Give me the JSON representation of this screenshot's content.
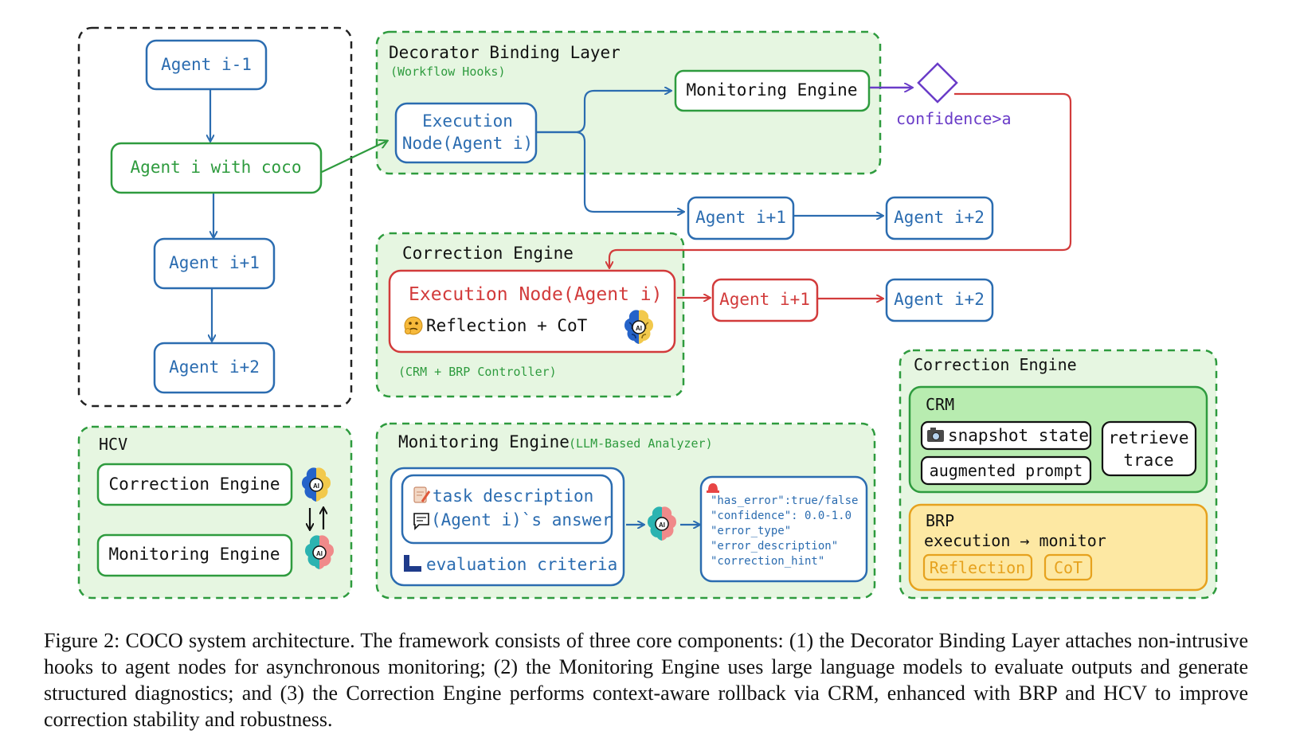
{
  "colors": {
    "blue": "#2b6cb0",
    "green": "#2e9b3e",
    "red": "#d23b3b",
    "purple": "#6a3cc8",
    "orange": "#e6a21e",
    "panel_fill": "#e6f6e1",
    "crm_fill": "#b8ecb0",
    "brp_fill": "#fde8a3",
    "black": "#111111"
  },
  "left_chain": {
    "agent_prev": "Agent i-1",
    "agent_coco": "Agent i with coco",
    "agent_next1": "Agent i+1",
    "agent_next2": "Agent i+2"
  },
  "decorator": {
    "title": "Decorator Binding Layer",
    "subtitle": "(Workflow Hooks)",
    "exec_line1": "Execution",
    "exec_line2": "Node(Agent i)",
    "monitoring": "Monitoring Engine",
    "confidence": "confidence>a",
    "agent_next1": "Agent i+1",
    "agent_next2": "Agent i+2"
  },
  "correction_top": {
    "title": "Correction Engine",
    "exec": "Execution Node(Agent i)",
    "reflection": "Reflection + CoT",
    "reflection_icon": "thinking-face-icon",
    "brain_icon": "ai-brain-icon",
    "controller": "(CRM + BRP Controller)",
    "agent_next1": "Agent i+1",
    "agent_next2": "Agent i+2"
  },
  "hcv": {
    "title": "HCV",
    "correction": "Correction Engine",
    "monitoring": "Monitoring Engine"
  },
  "monitoring_panel": {
    "title": "Monitoring Engine",
    "subtitle": "(LLM-Based Analyzer)",
    "task": "task description",
    "answer": "(Agent i)`s answer",
    "criteria": "evaluation criteria",
    "json_lines": [
      "\"has_error\":true/false",
      "\"confidence\": 0.0-1.0",
      "\"error_type\"",
      "\"error_description\"",
      "\"correction_hint\""
    ]
  },
  "correction_panel": {
    "title": "Correction Engine",
    "crm": "CRM",
    "snapshot": "snapshot state",
    "augmented": "augmented prompt",
    "retrieve_line1": "retrieve",
    "retrieve_line2": "trace",
    "brp": "BRP",
    "brp_flow": "execution → monitor",
    "reflection": "Reflection",
    "cot": "CoT"
  },
  "caption": "Figure 2: COCO system architecture. The framework consists of three core components: (1) the Decorator Binding Layer attaches non-intrusive hooks to agent nodes for asynchronous monitoring; (2) the Monitoring Engine uses large language models to evaluate outputs and generate structured diagnostics; and (3) the Correction Engine performs context-aware rollback via CRM, enhanced with BRP and HCV to improve correction stability and robustness."
}
